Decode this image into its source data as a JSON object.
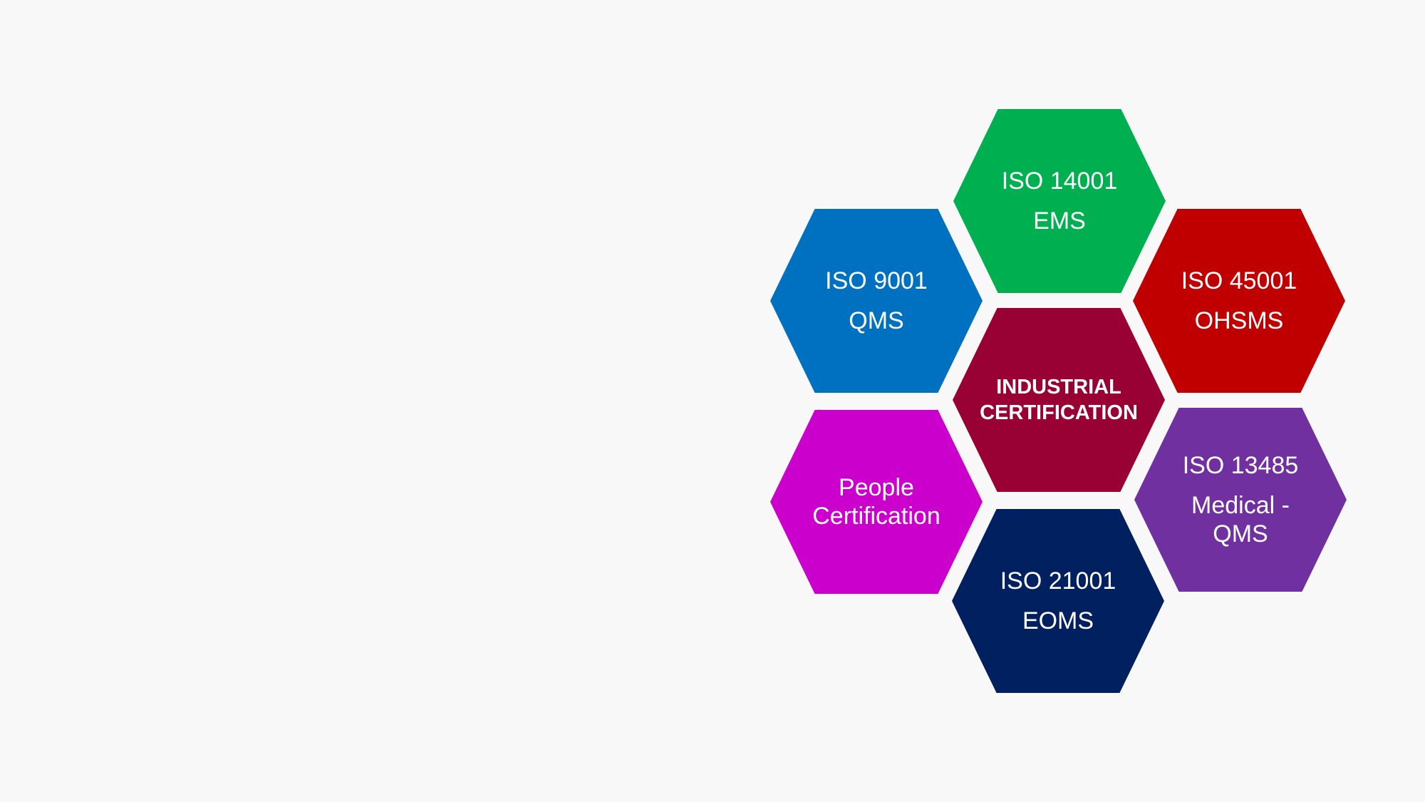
{
  "diagram": {
    "center": {
      "line1": "INDUSTRIAL",
      "line2": "CERTIFICATION",
      "color": "#990033"
    },
    "hexagons": [
      {
        "id": "qms",
        "line1": "ISO 9001",
        "line2": "QMS",
        "color": "#0070c0"
      },
      {
        "id": "ems",
        "line1": "ISO 14001",
        "line2": "EMS",
        "color": "#00b050"
      },
      {
        "id": "ohsms",
        "line1": "ISO 45001",
        "line2": "OHSMS",
        "color": "#c00000"
      },
      {
        "id": "people",
        "line1": "People",
        "line2": "Certification",
        "color": "#cc00cc"
      },
      {
        "id": "medical",
        "line1": "ISO 13485",
        "line2": "Medical -",
        "line3": "QMS",
        "color": "#7030a0"
      },
      {
        "id": "eoms",
        "line1": "ISO 21001",
        "line2": "EOMS",
        "color": "#002060"
      }
    ]
  }
}
